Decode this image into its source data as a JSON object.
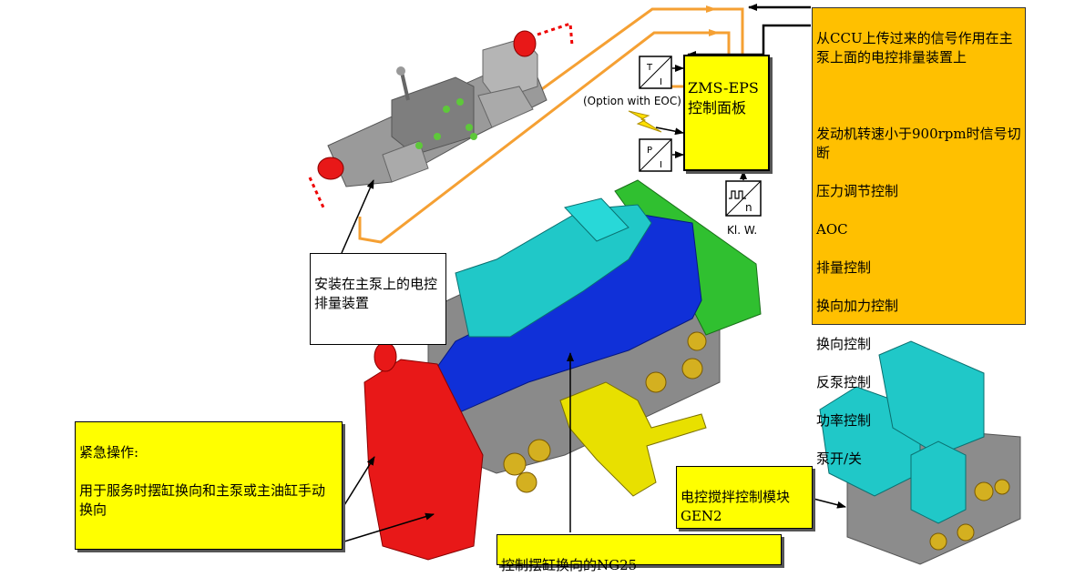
{
  "labels": {
    "ccu_signal": "从CCU上传过来的信号作用在主泵上面的电控排量装置上",
    "features": [
      "发动机转速小于900rpm时信号切断",
      "压力调节控制",
      "AOC",
      "排量控制",
      "换向加力控制",
      "换向控制",
      "反泵控制",
      "功率控制",
      "泵开/关"
    ],
    "zms_panel": "ZMS-EPS控制面板",
    "option_eoc": "(Option with EOC)",
    "kl_w": "Kl. W.",
    "displacement_device": "安装在主泵上的电控排量装置",
    "emergency_title": "紧急操作:",
    "emergency_body": "用于服务时摆缸换向和主泵或主油缸手动换向",
    "ng25": "控制摆缸换向的NG25",
    "gen2": "电控搅拌控制模块GEN2"
  },
  "icons": {
    "t_i": {
      "top": "T",
      "bottom": "I"
    },
    "p_i": {
      "top": "P",
      "bottom": "I"
    },
    "n_sensor": {
      "label": "n"
    }
  },
  "colors": {
    "orange_box": "#ffc000",
    "orange_line": "#f5a033",
    "yellow_box": "#ffff00",
    "valve_blue": "#1030d8",
    "valve_cyan": "#20c8c8",
    "valve_green": "#30c030",
    "valve_red": "#e81818",
    "valve_gray": "#8a8a8a",
    "valve_yellow": "#e8e000"
  }
}
